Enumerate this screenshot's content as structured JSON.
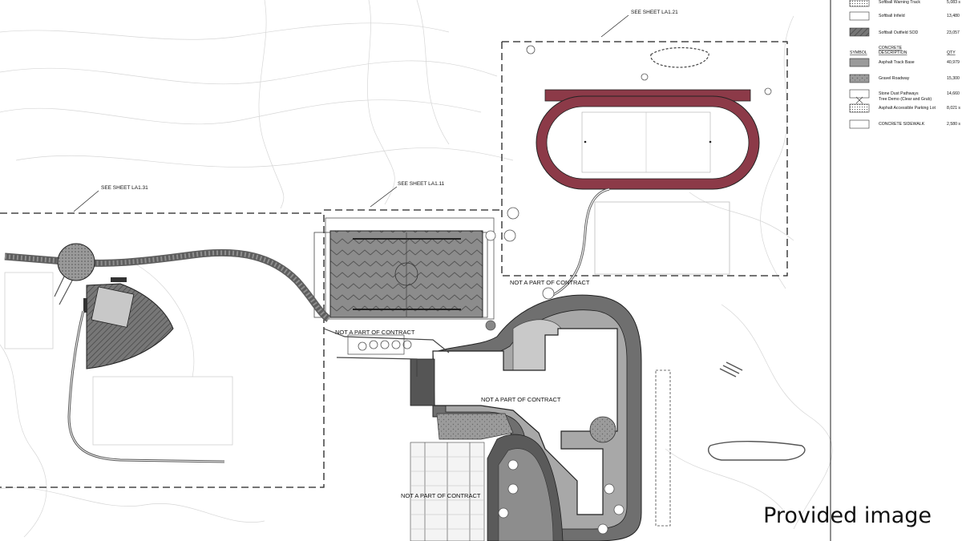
{
  "labels": {
    "see_sheet_top": "SEE SHEET LA1.21",
    "see_sheet_left": "SEE SHEET LA1.31",
    "see_sheet_mid": "SEE SHEET LA1.11",
    "npc_track": "NOT A PART OF CONTRACT",
    "npc_field": "NOT A PART OF CONTRACT",
    "npc_building": "NOT A PART OF CONTRACT",
    "npc_parking": "NOT A PART OF CONTRACT"
  },
  "legend": {
    "top_rows": [
      {
        "label": "Softball Warning Track",
        "qty": "5,083 s"
      },
      {
        "label": "Softball Infield",
        "qty": "13,480"
      },
      {
        "label": "Softball Outfield SOD",
        "qty": "23,057"
      }
    ],
    "headers": {
      "symbol": "SYMBOL",
      "category": "CONCRETE",
      "description": "DESCRIPTION",
      "qty": "QTY"
    },
    "rows": [
      {
        "label": "Asphalt Track Base",
        "qty": "40,979"
      },
      {
        "label": "Gravel Roadway",
        "qty": "15,300"
      },
      {
        "label": "Stone Dust Pathways",
        "qty": "14,660"
      },
      {
        "label": "Tree Demo (Clear and Grub)",
        "qty": ""
      },
      {
        "label": "Asphalt Accessible Parking Lot",
        "qty": "8,021 s"
      },
      {
        "label": "CONCRETE SIDEWALK",
        "qty": "2,580 s"
      }
    ]
  },
  "watermark": "Provided image",
  "colors": {
    "track": "#8c3a48",
    "paving": "#6f6f6f",
    "turf": "#8a8a8a",
    "outline": "#222222"
  }
}
